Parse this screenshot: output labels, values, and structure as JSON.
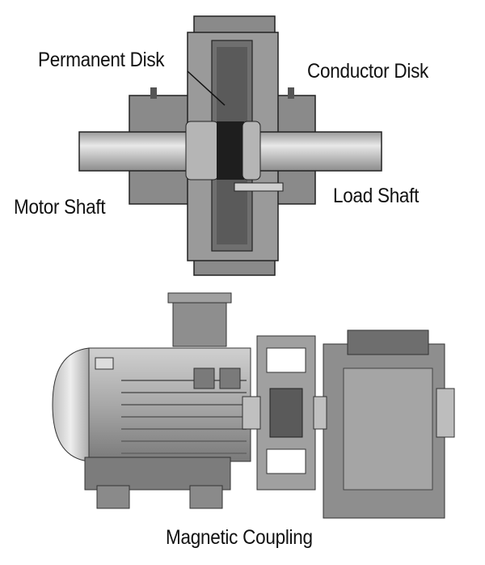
{
  "labels": {
    "permanent_disk": "Permanent Disk",
    "conductor_disk": "Conductor Disk",
    "motor_shaft": "Motor Shaft",
    "load_shaft": "Load Shaft",
    "caption": "Magnetic Coupling"
  },
  "colors": {
    "housing": "#8a8a8a",
    "shaft": "#c8c8c8",
    "magnet": "#1e1e1e",
    "line": "#222222"
  }
}
